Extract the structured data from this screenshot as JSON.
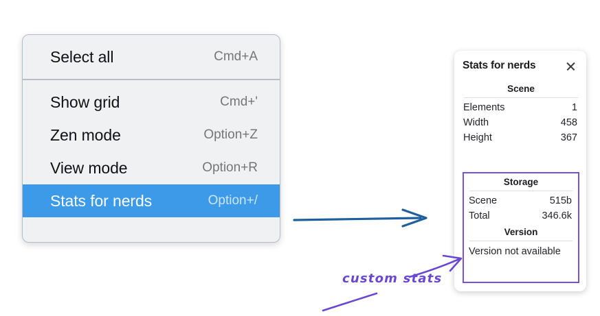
{
  "context_menu": {
    "groups": [
      {
        "items": [
          {
            "label": "Select all",
            "shortcut": "Cmd+A",
            "selected": false
          }
        ]
      },
      {
        "items": [
          {
            "label": "Show grid",
            "shortcut": "Cmd+'",
            "selected": false
          },
          {
            "label": "Zen mode",
            "shortcut": "Option+Z",
            "selected": false
          },
          {
            "label": "View mode",
            "shortcut": "Option+R",
            "selected": false
          },
          {
            "label": "Stats for nerds",
            "shortcut": "Option+/",
            "selected": true
          }
        ]
      }
    ],
    "items_flat": [
      {
        "label": "Select all",
        "shortcut": "Cmd+A"
      },
      {
        "label": "Show grid",
        "shortcut": "Cmd+'"
      },
      {
        "label": "Zen mode",
        "shortcut": "Option+Z"
      },
      {
        "label": "View mode",
        "shortcut": "Option+R"
      },
      {
        "label": "Stats for nerds",
        "shortcut": "Option+/"
      }
    ],
    "highlight_color": "#3d9ae8"
  },
  "stats_panel": {
    "title": "Stats for nerds",
    "close_icon": "close-icon",
    "scene": {
      "heading": "Scene",
      "rows": [
        {
          "key": "Elements",
          "value": "1"
        },
        {
          "key": "Width",
          "value": "458"
        },
        {
          "key": "Height",
          "value": "367"
        }
      ]
    },
    "storage": {
      "heading": "Storage",
      "rows": [
        {
          "key": "Scene",
          "value": "515b"
        },
        {
          "key": "Total",
          "value": "346.6k"
        }
      ]
    },
    "version": {
      "heading": "Version",
      "note": "Version not available"
    },
    "custom_box_color": "#7b52d4"
  },
  "annotations": {
    "handwritten_label": "custom stats",
    "blue_arrow_color": "#1f5f9e",
    "purple_color": "#6a47d0"
  }
}
